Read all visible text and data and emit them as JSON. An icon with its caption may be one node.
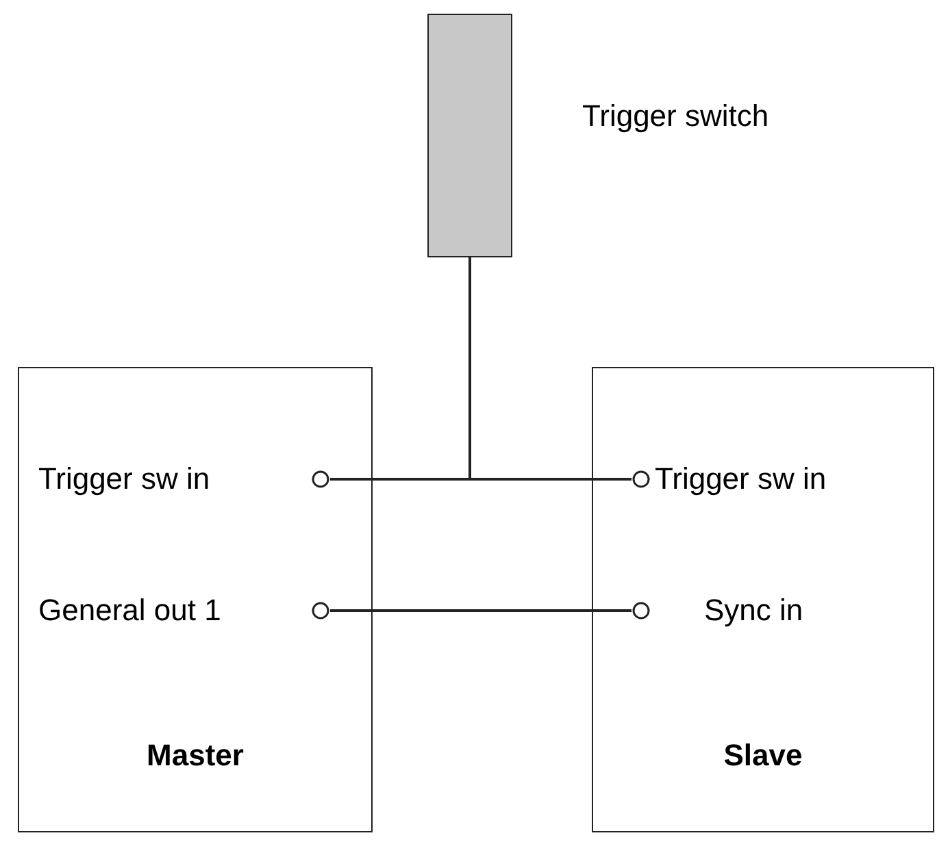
{
  "diagram": {
    "nodes": [
      {
        "text": [],
        "shape": "box",
        "beside": [
          "Trigger switch"
        ]
      },
      {
        "text": [
          "Master"
        ]
      },
      {
        "text": [
          "Trigger sw in"
        ],
        "in": 1
      },
      {
        "text": [
          "General out 1"
        ],
        "in": 1
      },
      {
        "text": [
          "Slave"
        ]
      },
      {
        "text": [
          "Trigger sw in"
        ],
        "in": 4
      },
      {
        "text": [
          "Sync in"
        ],
        "in": 4
      }
    ],
    "edges": [
      {
        "from": 0,
        "to": 2,
        "arrow": "none"
      },
      {
        "from": 0,
        "to": 5,
        "arrow": "none"
      },
      {
        "from": 3,
        "to": 6,
        "arrow": "none"
      }
    ]
  }
}
